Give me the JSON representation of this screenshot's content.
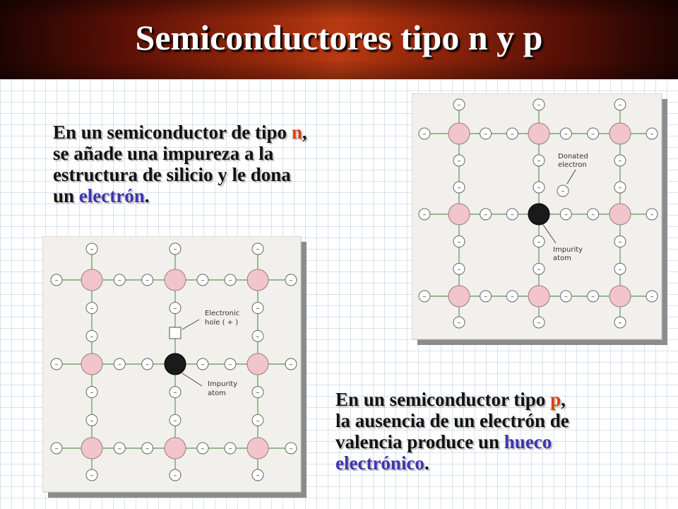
{
  "slide": {
    "title": "Semiconductores tipo n y p"
  },
  "text_n": {
    "line1_pre": "En un semiconductor de tipo ",
    "line1_type": "n",
    "line1_post": ",",
    "line2": "se añade una impureza a la",
    "line3": "estructura de silicio y le dona",
    "line4_pre": "un ",
    "line4_term": "electrón",
    "line4_post": "."
  },
  "text_p": {
    "line1_pre": "En un semiconductor tipo ",
    "line1_type": "p",
    "line1_post": ",",
    "line2": "la ausencia de un electrón de",
    "line3_pre": "valencia produce un ",
    "line3_term": "hueco",
    "line4_term": "electrónico",
    "line4_post": "."
  },
  "figure_n": {
    "label_donated_1": "Donated",
    "label_donated_2": "electron",
    "label_impurity_1": "Impurity",
    "label_impurity_2": "atom",
    "electron_symbol": "–"
  },
  "figure_p": {
    "label_hole_1": "Electronic",
    "label_hole_2": "hole ( + )",
    "label_impurity_1": "Impurity",
    "label_impurity_2": "atom",
    "electron_symbol": "–"
  },
  "colors": {
    "silicon_atom": "#f2c4cc",
    "impurity_atom": "#1a1a1a",
    "bond_line": "#5a9a5a",
    "title_text": "#ffffff",
    "type_letter": "#d8400e",
    "highlight_term": "#3f33b0"
  }
}
